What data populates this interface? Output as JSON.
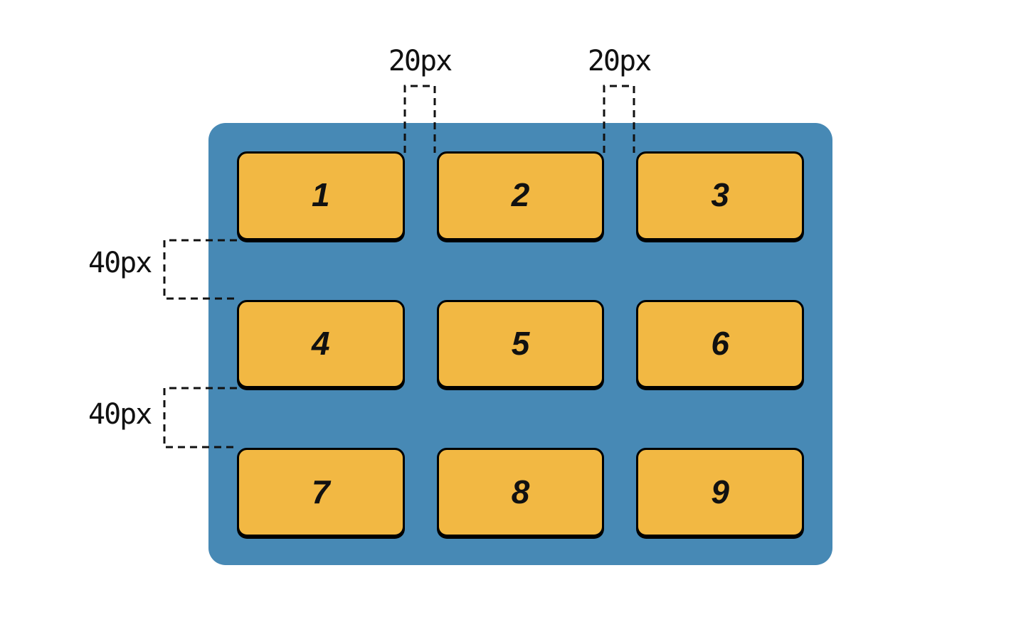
{
  "diagram": {
    "container": {
      "color": "#4789b5"
    },
    "boxes": {
      "color": "#f2b843",
      "border_color": "#000000",
      "labels": [
        "1",
        "2",
        "3",
        "4",
        "5",
        "6",
        "7",
        "8",
        "9"
      ]
    },
    "annotations": {
      "line_color": "#111111",
      "column_gaps": [
        {
          "label": "20px"
        },
        {
          "label": "20px"
        }
      ],
      "row_gaps": [
        {
          "label": "40px"
        },
        {
          "label": "40px"
        }
      ]
    }
  }
}
